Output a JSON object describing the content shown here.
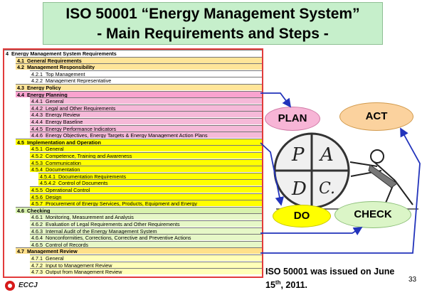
{
  "title": {
    "line1": "ISO 50001 “Energy Management System”",
    "line2": "- Main Requirements and Steps -"
  },
  "toc": [
    {
      "num": "4",
      "label": "Energy Management System Requirements",
      "level": 0,
      "color": "white"
    },
    {
      "num": "4.1",
      "label": "General Requirements",
      "level": 1,
      "color": "cream"
    },
    {
      "num": "4.2",
      "label": "Management Responsibility",
      "level": 1,
      "color": "cream"
    },
    {
      "num": "4.2.1",
      "label": "Top Management",
      "level": 2,
      "color": "white"
    },
    {
      "num": "4.2.2",
      "label": "Management Representative",
      "level": 2,
      "color": "white"
    },
    {
      "num": "4.3",
      "label": "Energy Policy",
      "level": 1,
      "color": "cream"
    },
    {
      "num": "4.4",
      "label": "Energy Planning",
      "level": 1,
      "color": "ppink"
    },
    {
      "num": "4.4.1",
      "label": "General",
      "level": 2,
      "color": "pink"
    },
    {
      "num": "4.4.2",
      "label": "Legal and Other Requirements",
      "level": 2,
      "color": "pink"
    },
    {
      "num": "4.4.3",
      "label": "Energy Review",
      "level": 2,
      "color": "pink"
    },
    {
      "num": "4.4.4",
      "label": "Energy Baseline",
      "level": 2,
      "color": "pink"
    },
    {
      "num": "4.4.5",
      "label": "Energy Performance Indicators",
      "level": 2,
      "color": "pink"
    },
    {
      "num": "4.4.6",
      "label": "Energy Objectives, Energy Targets & Energy Management Action Plans",
      "level": 2,
      "color": "pink"
    },
    {
      "num": "4.5",
      "label": "Implementation and Operation",
      "level": 1,
      "color": "bright"
    },
    {
      "num": "4.5.1",
      "label": "General",
      "level": 2,
      "color": "bright"
    },
    {
      "num": "4.5.2",
      "label": "Competence, Training and Awareness",
      "level": 2,
      "color": "bright"
    },
    {
      "num": "4.5.3",
      "label": "Communication",
      "level": 2,
      "color": "bright"
    },
    {
      "num": "4.5.4",
      "label": "Documentation",
      "level": 2,
      "color": "bright"
    },
    {
      "num": "4.5.4.1",
      "label": "Documentation Requirements",
      "level": 3,
      "color": "bright"
    },
    {
      "num": "4.5.4.2",
      "label": "Control of Documents",
      "level": 3,
      "color": "bright"
    },
    {
      "num": "4.5.5",
      "label": "Operational Control",
      "level": 2,
      "color": "bright"
    },
    {
      "num": "4.5.6",
      "label": "Design",
      "level": 2,
      "color": "bright"
    },
    {
      "num": "4.5.7",
      "label": "Procurement of Energy Services, Products, Equipment and Energy",
      "level": 2,
      "color": "bright"
    },
    {
      "num": "4.6",
      "label": "Checking",
      "level": 1,
      "color": "green"
    },
    {
      "num": "4.6.1",
      "label": "Monitoring, Measurement and Analysis",
      "level": 2,
      "color": "lgreen"
    },
    {
      "num": "4.6.2",
      "label": "Evaluation of Legal Requirements and Other Requirements",
      "level": 2,
      "color": "lgreen"
    },
    {
      "num": "4.6.3",
      "label": "Internal Audit of the Energy Management System",
      "level": 2,
      "color": "lgreen"
    },
    {
      "num": "4.6.4",
      "label": "Nonconformities, Corrections, Corrective and Preventive Actions",
      "level": 2,
      "color": "lgreen"
    },
    {
      "num": "4.6.5",
      "label": "Control of Records",
      "level": 2,
      "color": "lgreen"
    },
    {
      "num": "4.7",
      "label": "Management Review",
      "level": 1,
      "color": "sect"
    },
    {
      "num": "4.7.1",
      "label": "General",
      "level": 2,
      "color": "lyellow"
    },
    {
      "num": "4.7.2",
      "label": "Input to Management Review",
      "level": 2,
      "color": "lyellow"
    },
    {
      "num": "4.7.3",
      "label": "Output from Management Review",
      "level": 2,
      "color": "lyellow"
    }
  ],
  "pdca": {
    "plan": "PLAN",
    "do": "DO",
    "check": "CHECK",
    "act": "ACT",
    "wheel_letters": [
      "P",
      "A",
      "D",
      "C."
    ]
  },
  "colors": {
    "arrow": "#2233bb",
    "title_bg": "#c6efcb",
    "toc_border": "#e23b3b"
  },
  "footer": {
    "issued_line1": "ISO 50001 was issued on June",
    "issued_day": "15",
    "issued_sup": "th",
    "issued_rest": ", 2011.",
    "page_number": "33",
    "logo_text": "ECCJ"
  }
}
